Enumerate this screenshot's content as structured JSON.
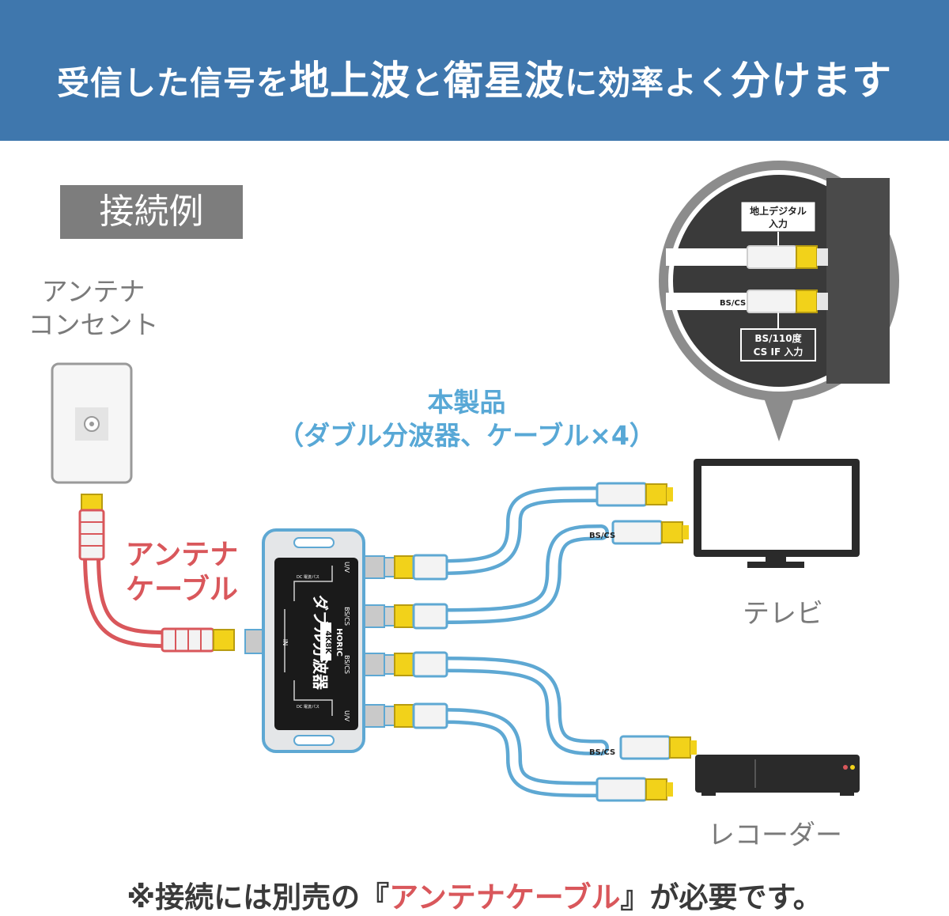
{
  "banner": {
    "part1": "受信した信号を",
    "part2": "地上波",
    "part3": "と",
    "part4": "衛星波",
    "part5": "に効率よく",
    "part6": "分けます"
  },
  "example_label": "接続例",
  "antenna_outlet": {
    "line1": "アンテナ",
    "line2": "コンセント"
  },
  "product": {
    "line1": "本製品",
    "line2": "（ダブル分波器、ケーブル×4）"
  },
  "antenna_cable": {
    "line1": "アンテナ",
    "line2": "ケーブル"
  },
  "tv_label": "テレビ",
  "recorder_label": "レコーダー",
  "callout": {
    "terrestrial_input": {
      "line1": "地上デジタル",
      "line2": "入力"
    },
    "bscs_tag": "BS/CS",
    "bs_input": {
      "line1": "BS/110度",
      "line2": "CS IF 入力"
    }
  },
  "splitter": {
    "name": "ダブル分波器",
    "badge": "4K8K",
    "brand": "HORIC",
    "port_uv_top": "U/V",
    "port_bscs_top": "BS/CS",
    "port_bscs_bottom": "BS/CS",
    "port_uv_bottom": "U/V",
    "port_in": "IN",
    "top_small": "DC 電流パス",
    "bottom_small": "DC 電流パス"
  },
  "cable_tags": {
    "tv_bscs": "BS/CS",
    "rec_bscs": "BS/CS"
  },
  "footnote": {
    "prefix": "※接続には別売の『",
    "highlight": "アンテナケーブル",
    "suffix": "』が必要です。"
  },
  "colors": {
    "banner": "#3f77ad",
    "product_text": "#58a8d6",
    "antenna_cable_text": "#d9575b",
    "cable_blue": "#5ea8d3",
    "cable_red": "#d9575b",
    "connector_yellow": "#f2d21a",
    "label_gray": "#7d7d7d"
  }
}
